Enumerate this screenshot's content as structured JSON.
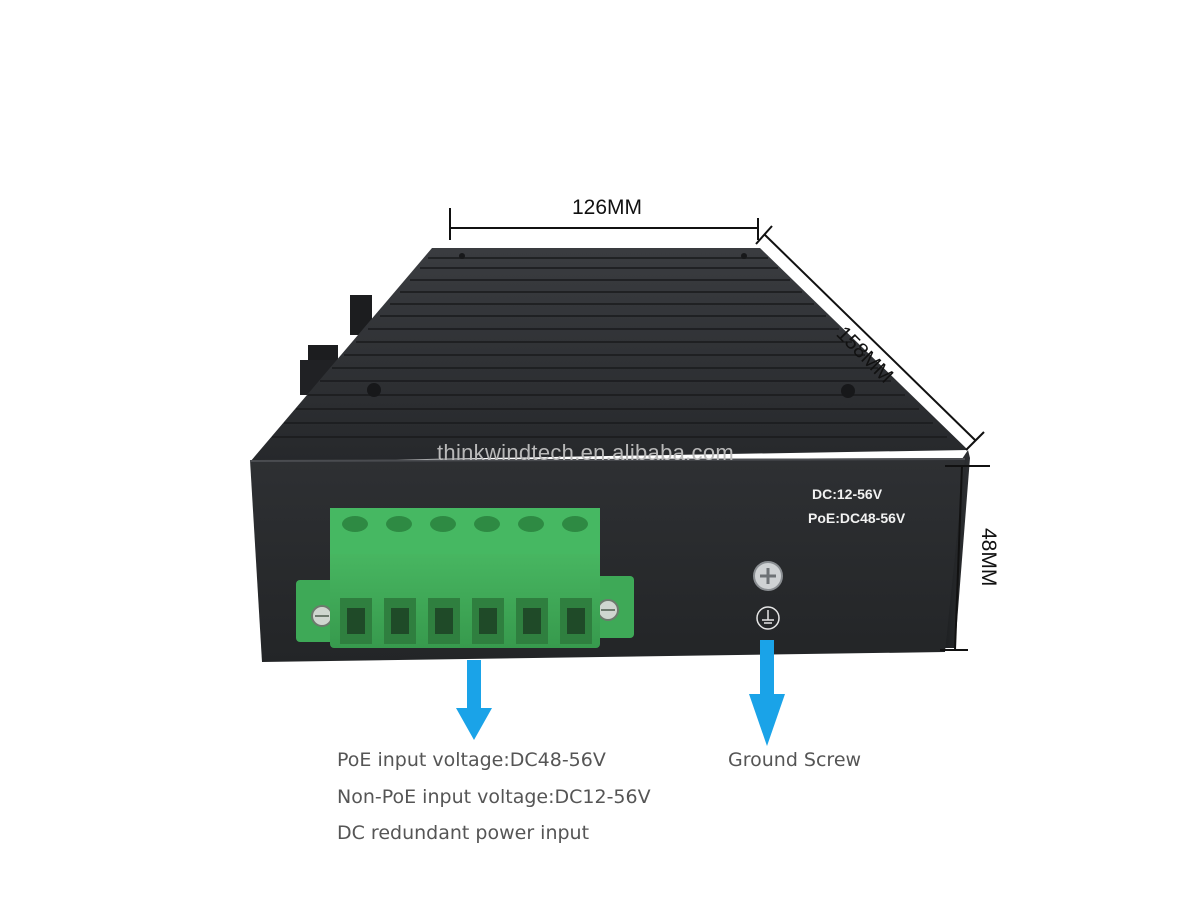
{
  "dimensions": {
    "width": "126MM",
    "depth": "158MM",
    "height": "48MM"
  },
  "watermark": "thinkwindtech.en.alibaba.com",
  "panel_specs": {
    "dc": "DC:12-56V",
    "poe": "PoE:DC48-56V"
  },
  "captions": {
    "power_lines": [
      "PoE input voltage:DC48-56V",
      "Non-PoE input voltage:DC12-56V",
      "DC redundant power input"
    ],
    "ground": "Ground Screw"
  },
  "colors": {
    "device_body": "#2b2d30",
    "terminal_block": "#3fae5a",
    "arrow": "#1aa3e8"
  }
}
